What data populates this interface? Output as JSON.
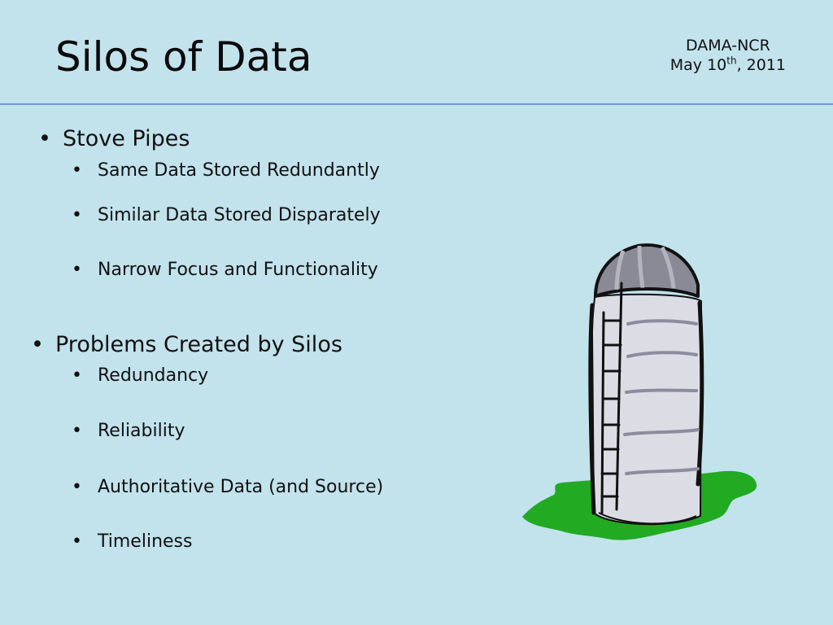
{
  "slide": {
    "title": "Silos of Data",
    "organization": "DAMA-NCR",
    "date_prefix": "May 10",
    "date_suffix_sup": "th",
    "date_rest": ", 2011"
  },
  "sections": [
    {
      "heading": "Stove Pipes",
      "items": [
        "Same Data Stored Redundantly",
        "Similar Data Stored Disparately",
        "Narrow Focus and Functionality"
      ]
    },
    {
      "heading": "Problems Created by Silos",
      "items": [
        "Redundancy",
        "Reliability",
        "Authoritative Data (and Source)",
        "Timeliness"
      ]
    }
  ],
  "bullet_glyph": "•",
  "colors": {
    "background": "#c2e2ec",
    "rule": "#6a9ad0",
    "grass": "#22aa22",
    "silo_body": "#dcdce4",
    "silo_roof": "#8a8a96"
  },
  "illustration": {
    "icon": "grain-silo-clipart"
  }
}
